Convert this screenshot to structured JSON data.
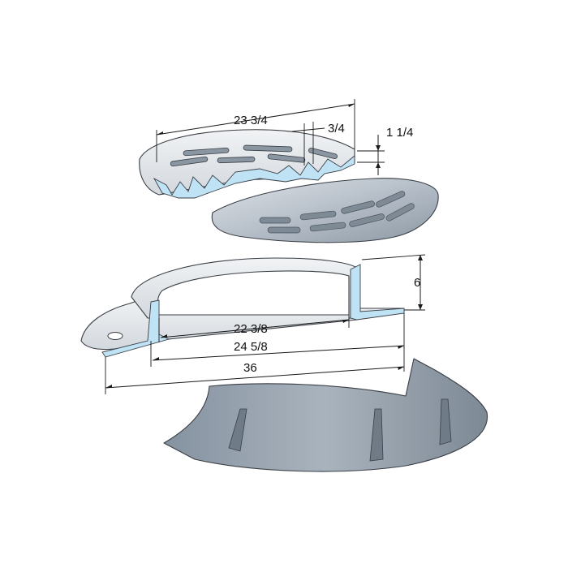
{
  "colors": {
    "metal_light": "#d3d8de",
    "metal_mid": "#a9b2bc",
    "metal_dark": "#7c8894",
    "section_cut": "#bfe3f4",
    "line": "#3a3f46"
  },
  "dimensions": {
    "grate_diameter": "23 3/4",
    "slot_width": "3/4",
    "grate_thickness": "1 1/4",
    "frame_height": "6",
    "frame_inner": "22 3/8",
    "frame_seat": "24 5/8",
    "flange_outer": "36"
  }
}
